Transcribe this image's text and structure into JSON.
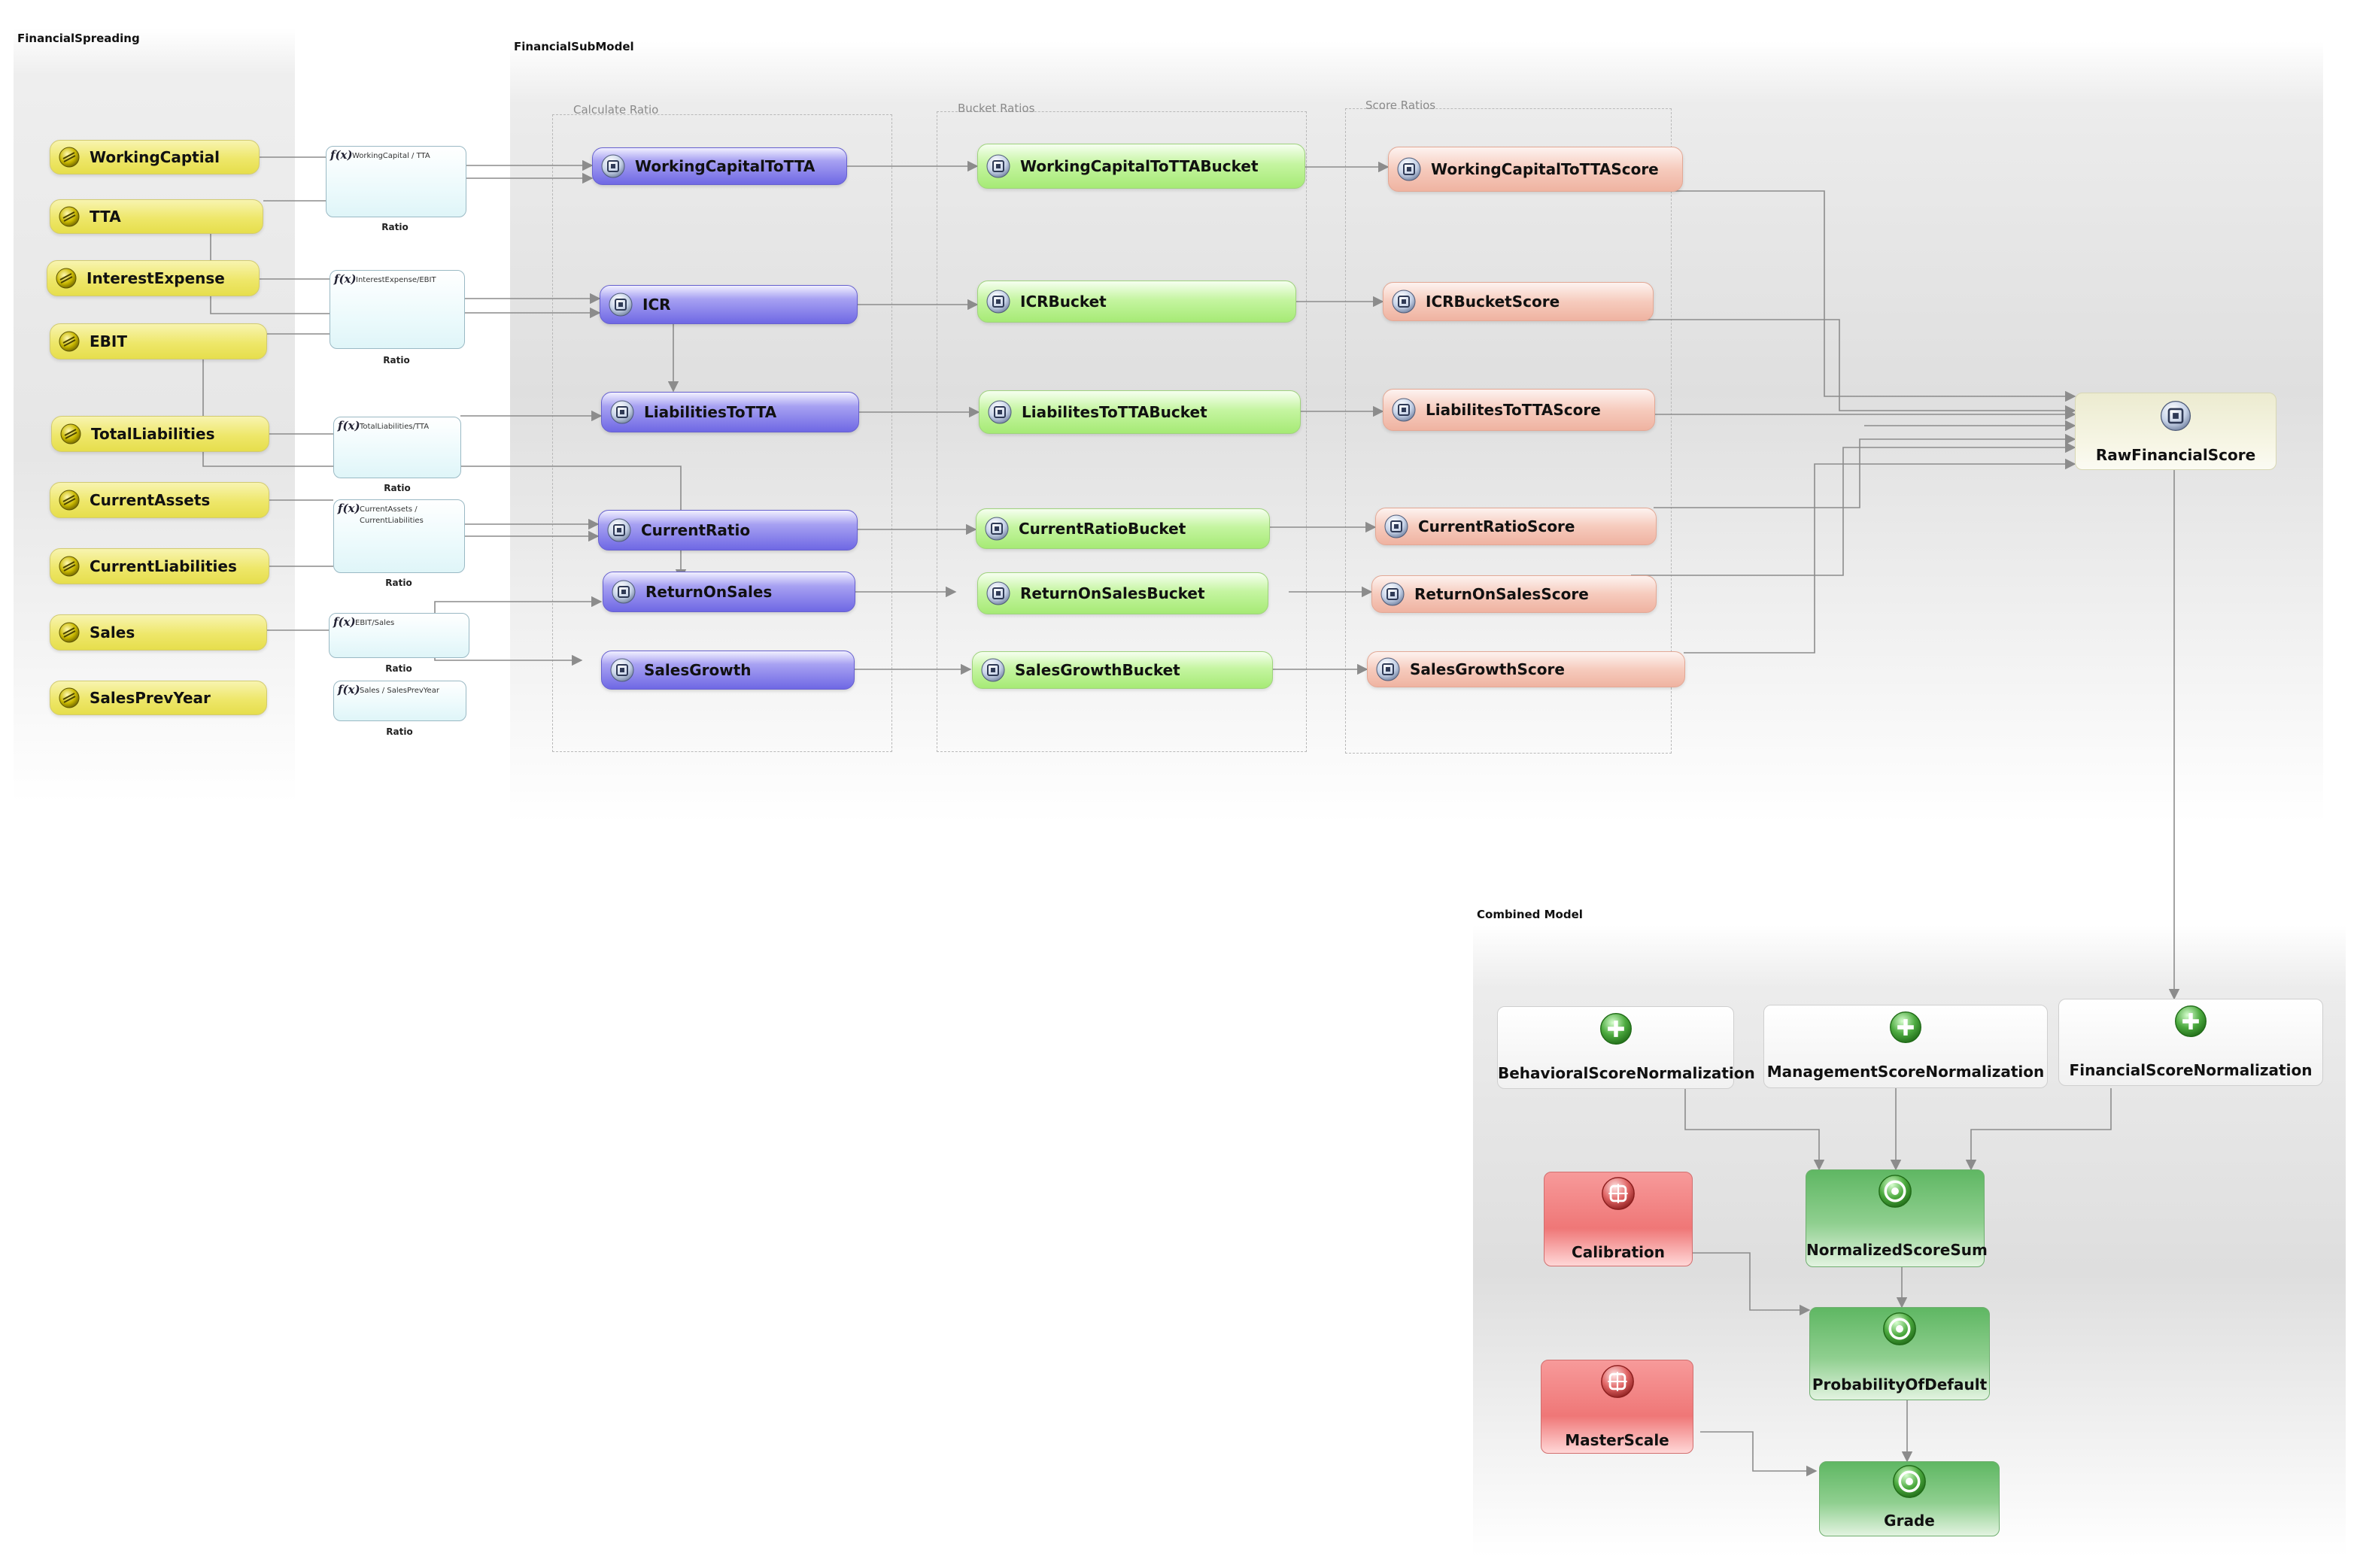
{
  "panels": {
    "financial_spreading": "FinancialSpreading",
    "financial_submodel": "FinancialSubModel",
    "combined_model": "Combined Model"
  },
  "groups": {
    "calculate_ratio": "Calculate Ratio",
    "bucket_ratios": "Bucket Ratios",
    "score_ratios": "Score Ratios"
  },
  "inputs": {
    "working_captial": "WorkingCaptial",
    "tta": "TTA",
    "interest_expense": "InterestExpense",
    "ebit": "EBIT",
    "total_liabilities": "TotalLiabilities",
    "current_assets": "CurrentAssets",
    "current_liabilities": "CurrentLiabilities",
    "sales": "Sales",
    "sales_prev_year": "SalesPrevYear"
  },
  "formulas": {
    "fx_symbol": "f(x)",
    "caption": "Ratio",
    "wc_tta": "WorkingCapital / TTA",
    "ie_ebit": "InterestExpense/EBIT",
    "tl_tta": "TotalLiabilities/TTA",
    "ca_cl": "CurrentAssets / CurrentLiabilities",
    "ebit_sales": "EBIT/Sales",
    "sales_prev": "Sales / SalesPrevYear"
  },
  "calc": {
    "wc_to_tta": "WorkingCapitalToTTA",
    "icr": "ICR",
    "liabilities_to_tta": "LiabilitiesToTTA",
    "current_ratio": "CurrentRatio",
    "return_on_sales": "ReturnOnSales",
    "sales_growth": "SalesGrowth"
  },
  "buckets": {
    "wc_to_tta_bucket": "WorkingCapitalToTTABucket",
    "icr_bucket": "ICRBucket",
    "liabilites_to_tta_bucket": "LiabilitesToTTABucket",
    "current_ratio_bucket": "CurrentRatioBucket",
    "return_on_sales_bucket": "ReturnOnSalesBucket",
    "sales_growth_bucket": "SalesGrowthBucket"
  },
  "scores": {
    "wc_to_tta_score": "WorkingCapitalToTTAScore",
    "icr_bucket_score": "ICRBucketScore",
    "liabilites_to_tta_score": "LiabilitesToTTAScore",
    "current_ratio_score": "CurrentRatioScore",
    "return_on_sales_score": "ReturnOnSalesScore",
    "sales_growth_score": "SalesGrowthScore"
  },
  "raw_financial_score": "RawFinancialScore",
  "combined": {
    "behavioral": "BehavioralScoreNormalization",
    "management": "ManagementScoreNormalization",
    "financial": "FinancialScoreNormalization",
    "calibration": "Calibration",
    "normalized_sum": "NormalizedScoreSum",
    "pd": "ProbabilityOfDefault",
    "master_scale": "MasterScale",
    "grade": "Grade"
  },
  "colors": {
    "input_yellow": "#ece563",
    "calc_blue": "#7b74e8",
    "bucket_green": "#b2ee87",
    "score_salmon": "#f3c1b1",
    "formula_cyan": "#e4f7fa",
    "connector_gray": "#8c8c8c"
  },
  "icons": {
    "input": "coins-icon",
    "calc": "square-gear-icon",
    "normalization": "plus-circle-icon",
    "rule": "grid-target-icon",
    "result": "target-icon"
  }
}
